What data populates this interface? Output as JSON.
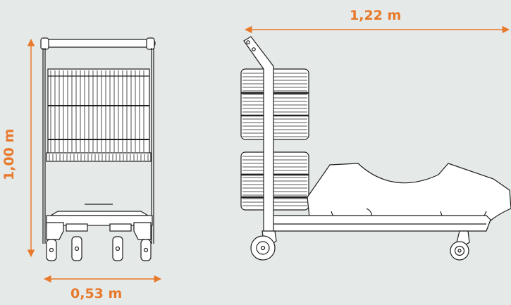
{
  "dimensions": {
    "height": "1,00 m",
    "width": "1,22 m",
    "depth": "0,53 m"
  },
  "colors": {
    "accent": "#e8792b",
    "line": "#1f1f1f",
    "background": "#e5e9e7",
    "fill": "#ffffff"
  }
}
